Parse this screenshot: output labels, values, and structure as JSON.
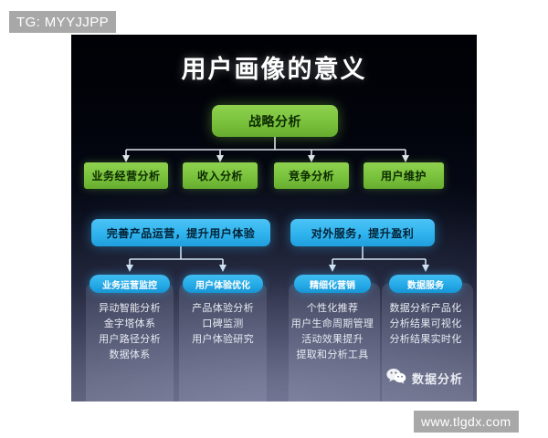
{
  "watermarks": {
    "top": "TG: MYYJJPP",
    "bottom": "www.tlgdx.com"
  },
  "slide": {
    "title": "用户画像的意义",
    "root_node": "战略分析",
    "level2": [
      "业务经营分析",
      "收入分析",
      "竞争分析",
      "用户维护"
    ],
    "goals": [
      "完善产品运营，提升用户体验",
      "对外服务，提升盈利"
    ],
    "columns": [
      {
        "header": "业务运营监控",
        "items": "异动智能分析\n金字塔体系\n用户路径分析\n数据体系"
      },
      {
        "header": "用户体验优化",
        "items": "产品体验分析\n口碑监测\n用户体验研究"
      },
      {
        "header": "精细化营销",
        "items": "个性化推荐\n用户生命周期管理\n活动效果提升\n提取和分析工具"
      },
      {
        "header": "数据服务",
        "items": "数据分析产品化\n分析结果可视化\n分析结果实时化"
      }
    ],
    "logo": {
      "icon": "wechat-icon",
      "label": "数据分析"
    }
  },
  "colors": {
    "green": "#79c23c",
    "blue": "#2fb3ee",
    "pill": "#24a9e6",
    "background": "#02040c",
    "watermark": "#a8a8a8"
  }
}
